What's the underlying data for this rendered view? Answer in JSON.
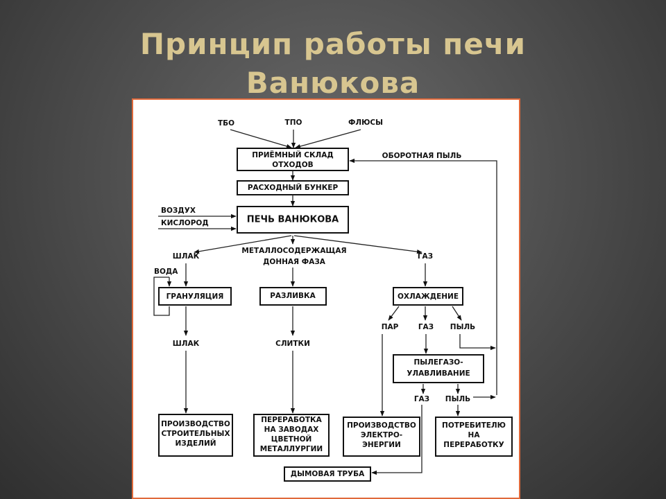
{
  "title": {
    "line1": "Принцип работы печи",
    "line2": "Ванюкова"
  },
  "diagram": {
    "inputs": {
      "tbo": "ТБО",
      "tpo": "ТПО",
      "flux": "ФЛЮСЫ"
    },
    "recycled_dust": "ОБОРОТНАЯ ПЫЛЬ",
    "storage": {
      "line1": "ПРИЁМНЫЙ СКЛАД",
      "line2": "ОТХОДОВ"
    },
    "bunker": "РАСХОДНЫЙ БУНКЕР",
    "air": "ВОЗДУХ",
    "oxygen": "КИСЛОРОД",
    "furnace": "ПЕЧЬ ВАНЮКОВА",
    "slag": "ШЛАК",
    "metal_phase": {
      "line1": "МЕТАЛЛОСОДЕРЖАЩАЯ",
      "line2": "ДОННАЯ ФАЗА"
    },
    "gas": "ГАЗ",
    "water": "ВОДА",
    "granulation": "ГРАНУЛЯЦИЯ",
    "casting": "РАЗЛИВКА",
    "cooling": "ОХЛАЖДЕНИЕ",
    "steam": "ПАР",
    "gas2": "ГАЗ",
    "dust": "ПЫЛЬ",
    "slag2": "ШЛАК",
    "ingots": "СЛИТКИ",
    "dust_gas_capture": {
      "line1": "ПЫЛЕГАЗО-",
      "line2": "УЛАВЛИВАНИЕ"
    },
    "gas3": "ГАЗ",
    "dust2": "ПЫЛЬ",
    "building": {
      "line1": "ПРОИЗВОДСТВО",
      "line2": "СТРОИТЕЛЬНЫХ",
      "line3": "ИЗДЕЛИЙ"
    },
    "processing": {
      "line1": "ПЕРЕРАБОТКА",
      "line2": "НА ЗАВОДАХ",
      "line3": "ЦВЕТНОЙ",
      "line4": "МЕТАЛЛУРГИИ"
    },
    "power": {
      "line1": "ПРОИЗВОДСТВО",
      "line2": "ЭЛЕКТРО-",
      "line3": "ЭНЕРГИИ"
    },
    "consumer": {
      "line1": "ПОТРЕБИТЕЛЮ",
      "line2": "НА",
      "line3": "ПЕРЕРАБОТКУ"
    },
    "chimney": "ДЫМОВАЯ ТРУБА"
  }
}
